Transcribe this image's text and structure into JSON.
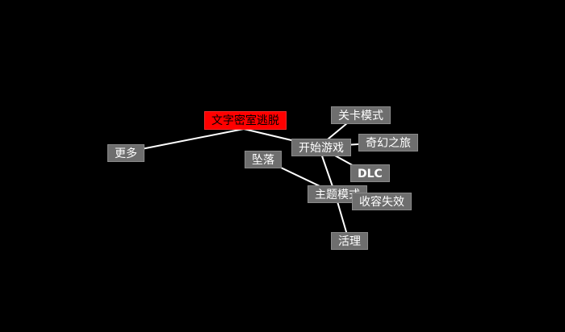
{
  "colors": {
    "background": "#000000",
    "node": "#6e6e6e",
    "root": "#ff0000",
    "link": "#ffffff"
  },
  "nodes": {
    "root": "文字密室逃脱",
    "more": "更多",
    "start": "开始游戏",
    "level_mode": "关卡模式",
    "fantasy": "奇幻之旅",
    "dlc": "DLC",
    "fall": "坠落",
    "theme_mode": "主题模式",
    "collect": "收容失效",
    "live": "活理"
  }
}
